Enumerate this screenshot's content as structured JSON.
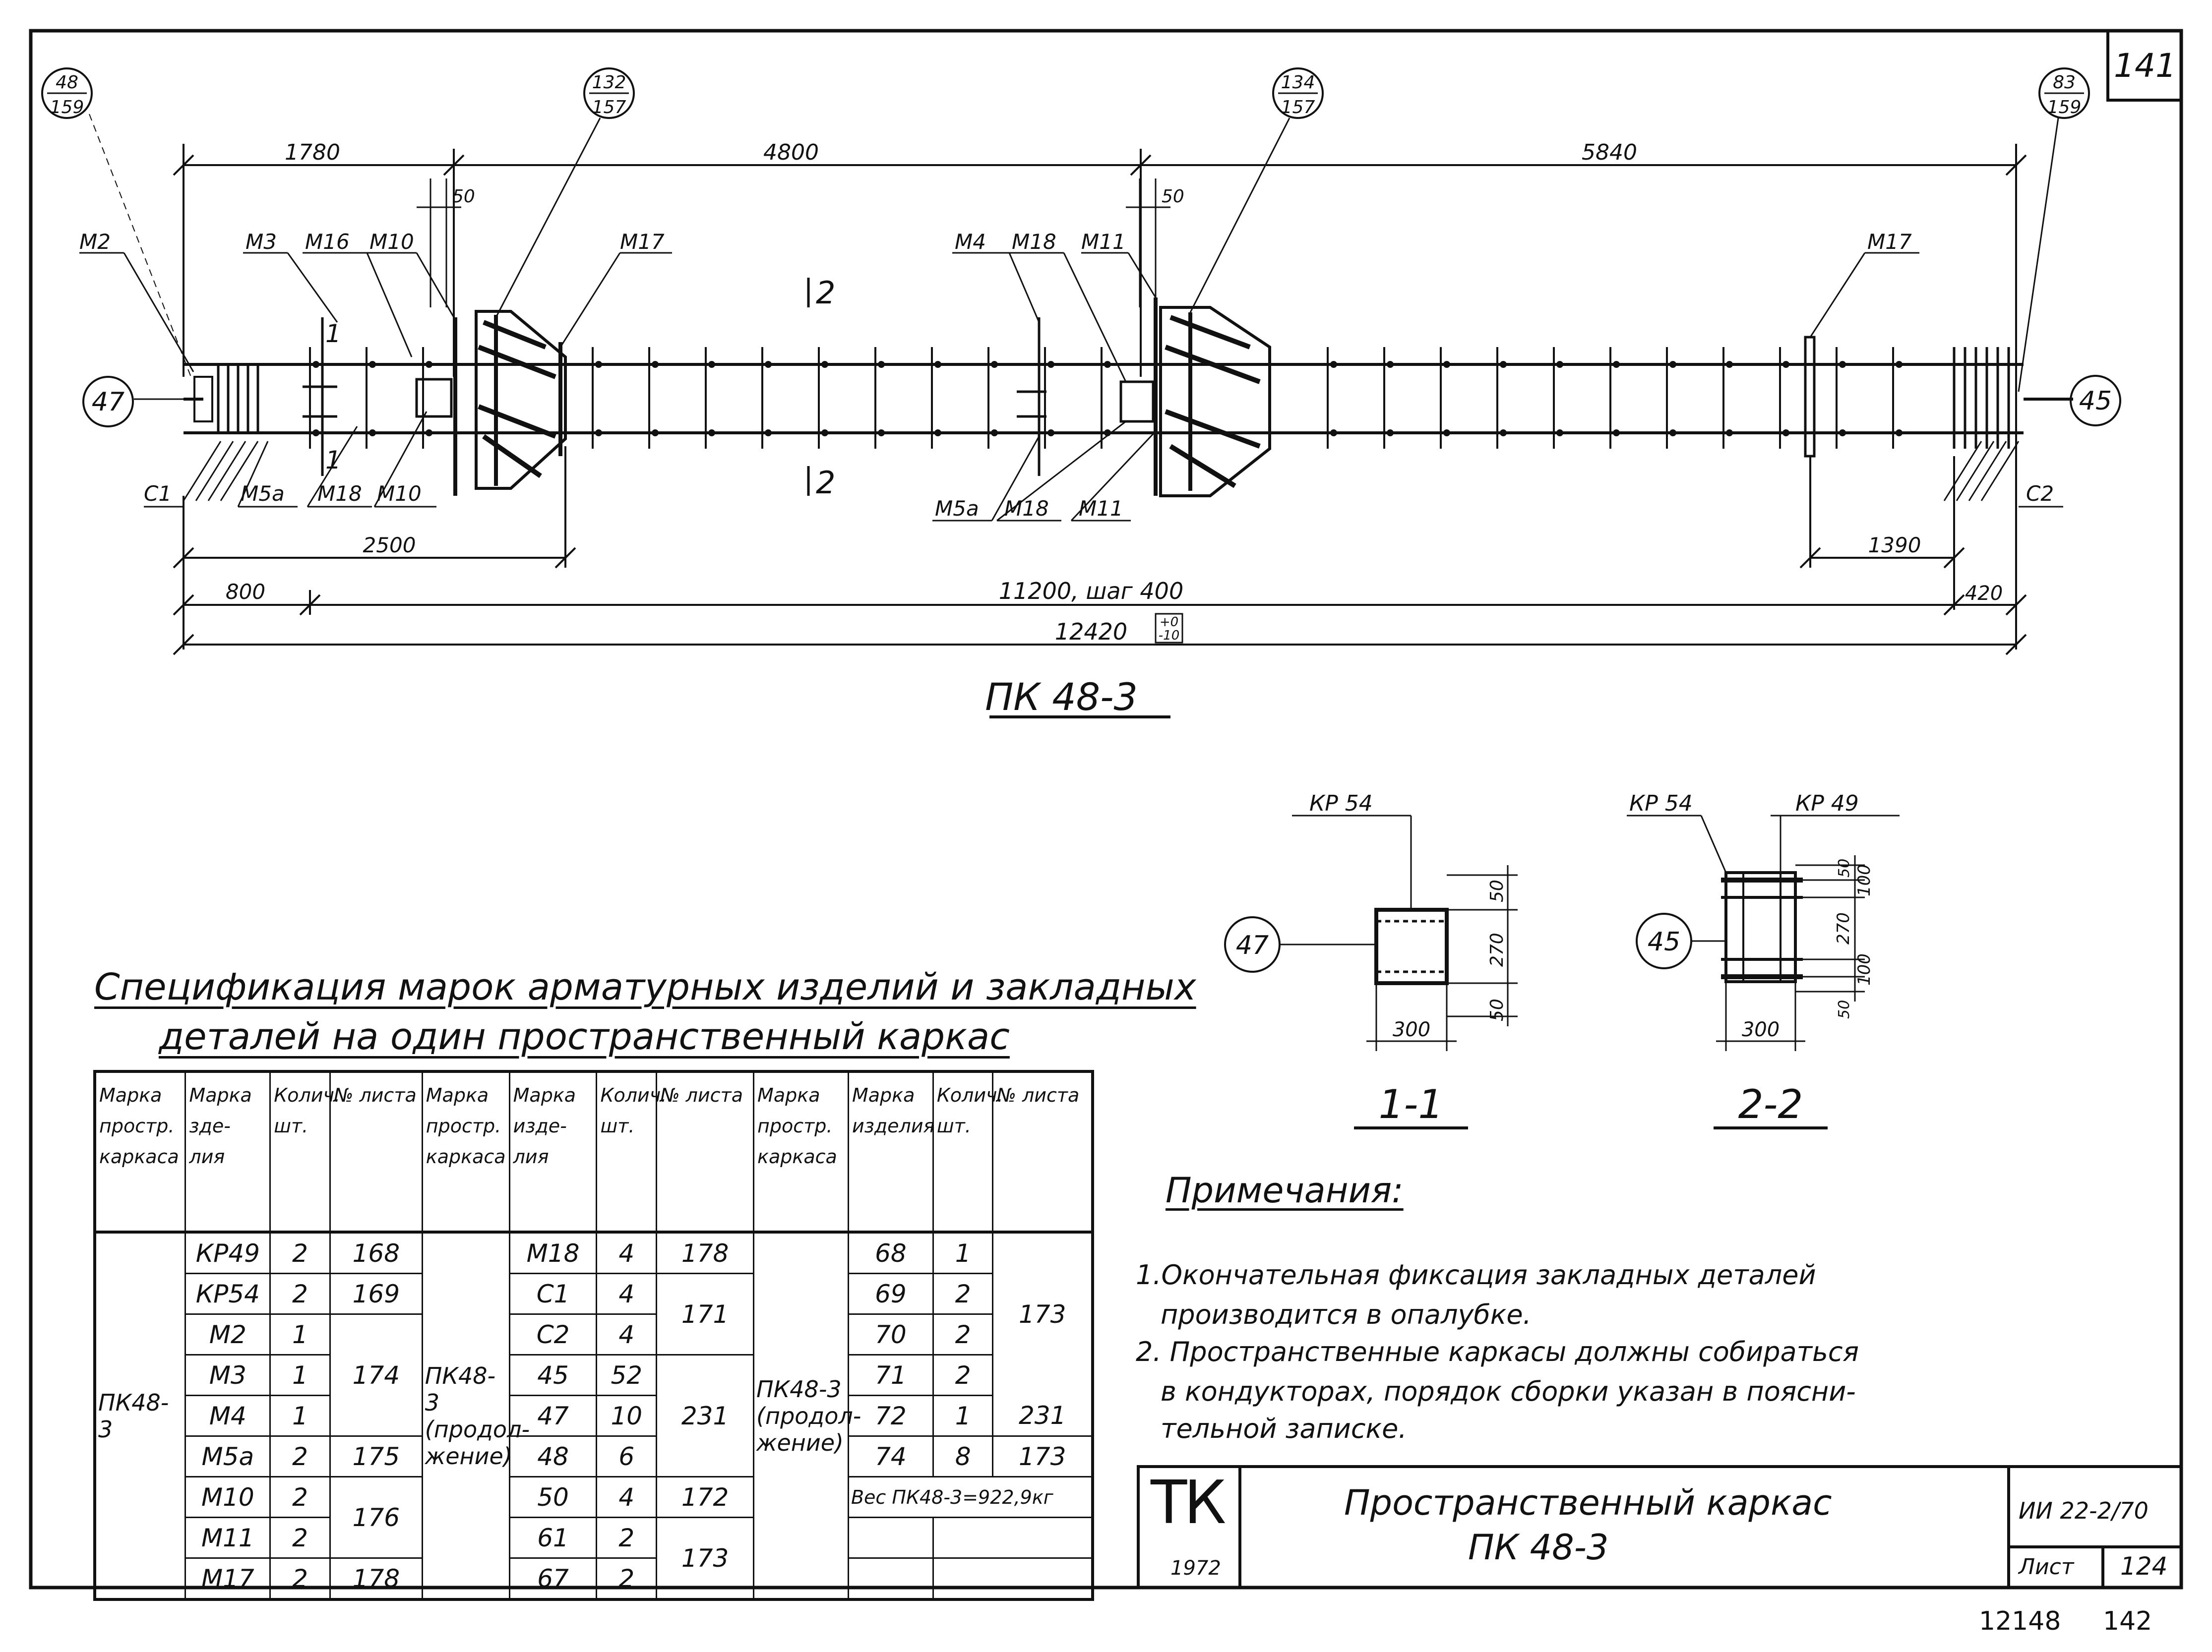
{
  "sheet": {
    "sheet_number_top": "141",
    "bottom_numbers": [
      "12148",
      "142"
    ]
  },
  "drawing": {
    "title": "ПК 48-3",
    "callouts": {
      "left": {
        "top": "48",
        "bottom": "159"
      },
      "mid1": {
        "top": "132",
        "bottom": "157"
      },
      "mid2": {
        "top": "134",
        "bottom": "157"
      },
      "right": {
        "top": "83",
        "bottom": "159"
      }
    },
    "end_marks": {
      "left": "47",
      "right": "45"
    },
    "dims": {
      "d1780": "1780",
      "d4800": "4800",
      "d5840": "5840",
      "d50a": "50",
      "d50b": "50",
      "d2500": "2500",
      "d1390": "1390",
      "d800": "800",
      "d11200": "11200, шаг 400",
      "d420": "420",
      "d12420": "12420",
      "tol_plus": "+0",
      "tol_minus": "-10"
    },
    "marks": {
      "m2": "М2",
      "m3": "М3",
      "m16": "М16",
      "m10a": "М10",
      "m17a": "М17",
      "m4": "М4",
      "m18a": "М18",
      "m11a": "М11",
      "m17b": "М17",
      "c1": "С1",
      "m5a_a": "М5а",
      "m18b": "М18",
      "m10b": "М10",
      "m5a_b": "М5а",
      "m18c": "М18",
      "m11b": "М11",
      "c2": "С2",
      "sec1": "1",
      "sec2": "2"
    }
  },
  "sections": {
    "s1": {
      "title": "1-1",
      "label": "КР 54",
      "mark": "47",
      "dims": {
        "d50t": "50",
        "d270": "270",
        "d50b": "50",
        "d300": "300"
      }
    },
    "s2": {
      "title": "2-2",
      "label_left": "КР 54",
      "label_right": "КР 49",
      "mark": "45",
      "dims": {
        "d50t": "50",
        "d100t": "100",
        "d270": "270",
        "d100b": "100",
        "d50b": "50",
        "d300": "300"
      }
    }
  },
  "spec": {
    "title_line1": "Спецификация марок арматурных изделий и закладных",
    "title_line2": "деталей на один пространственный каркас",
    "headers": [
      "Марка простр. каркаса",
      "Марка зде- лия",
      "Колич. шт.",
      "№ листа",
      "Марка простр. каркаса",
      "Марка изде- лия",
      "Колич. шт.",
      "№ листа",
      "Марка простр. каркаса",
      "Марка изделия",
      "Колич. шт.",
      "№ листа"
    ],
    "groups": [
      "ПК48-3",
      "ПК48-3 (продол- жение)",
      "ПК48-3 (продол- жение)"
    ],
    "col1": [
      [
        "КР49",
        "2",
        "168"
      ],
      [
        "КР54",
        "2",
        "169"
      ],
      [
        "М2",
        "1",
        ""
      ],
      [
        "М3",
        "1",
        "174"
      ],
      [
        "М4",
        "1",
        ""
      ],
      [
        "М5а",
        "2",
        "175"
      ],
      [
        "М10",
        "2",
        "176"
      ],
      [
        "М11",
        "2",
        ""
      ],
      [
        "М17",
        "2",
        "178"
      ]
    ],
    "col2": [
      [
        "М18",
        "4",
        "178"
      ],
      [
        "С1",
        "4",
        "171"
      ],
      [
        "С2",
        "4",
        ""
      ],
      [
        "45",
        "52",
        ""
      ],
      [
        "47",
        "10",
        "231"
      ],
      [
        "48",
        "6",
        ""
      ],
      [
        "50",
        "4",
        "172"
      ],
      [
        "61",
        "2",
        ""
      ],
      [
        "67",
        "2",
        "173"
      ]
    ],
    "col3": [
      [
        "68",
        "1",
        ""
      ],
      [
        "69",
        "2",
        ""
      ],
      [
        "70",
        "2",
        "173"
      ],
      [
        "71",
        "2",
        ""
      ],
      [
        "72",
        "1",
        "231"
      ],
      [
        "74",
        "8",
        "173"
      ]
    ],
    "weight": "Вес ПК48-3=922,9кг"
  },
  "notes": {
    "title": "Примечания:",
    "items": [
      "1.Окончательная фиксация закладных деталей",
      "производится в опалубке.",
      "2. Пространственные каркасы должны собираться",
      "в кондукторах, порядок сборки указан в поясни-",
      "тельной записке."
    ]
  },
  "title_block": {
    "logo": "ТК",
    "year": "1972",
    "name_line1": "Пространственный каркас",
    "name_line2": "ПК 48-3",
    "code": "ИИ 22-2/70",
    "sheet_label": "Лист",
    "sheet_no": "124"
  }
}
